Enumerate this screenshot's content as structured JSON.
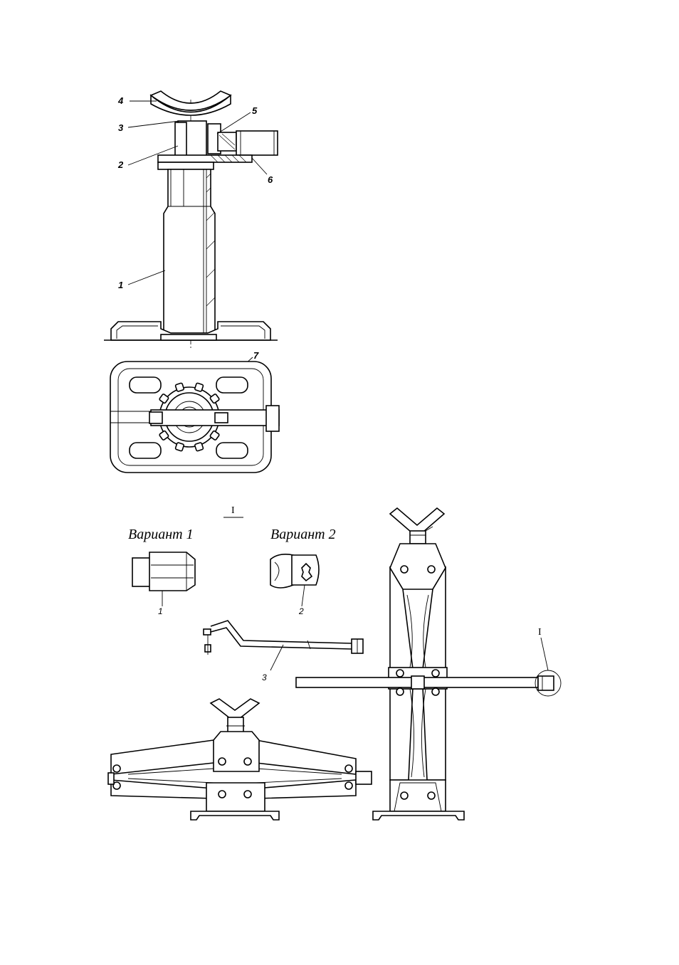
{
  "top_view": {
    "callouts": [
      "1",
      "2",
      "3",
      "4",
      "5",
      "6",
      "7"
    ]
  },
  "detail": {
    "title": "I",
    "variant1_label": "Вариант 1",
    "variant2_label": "Вариант 2",
    "variant1_part": "1",
    "variant2_part": "2",
    "handle_part": "3",
    "detail_marker": "I"
  }
}
